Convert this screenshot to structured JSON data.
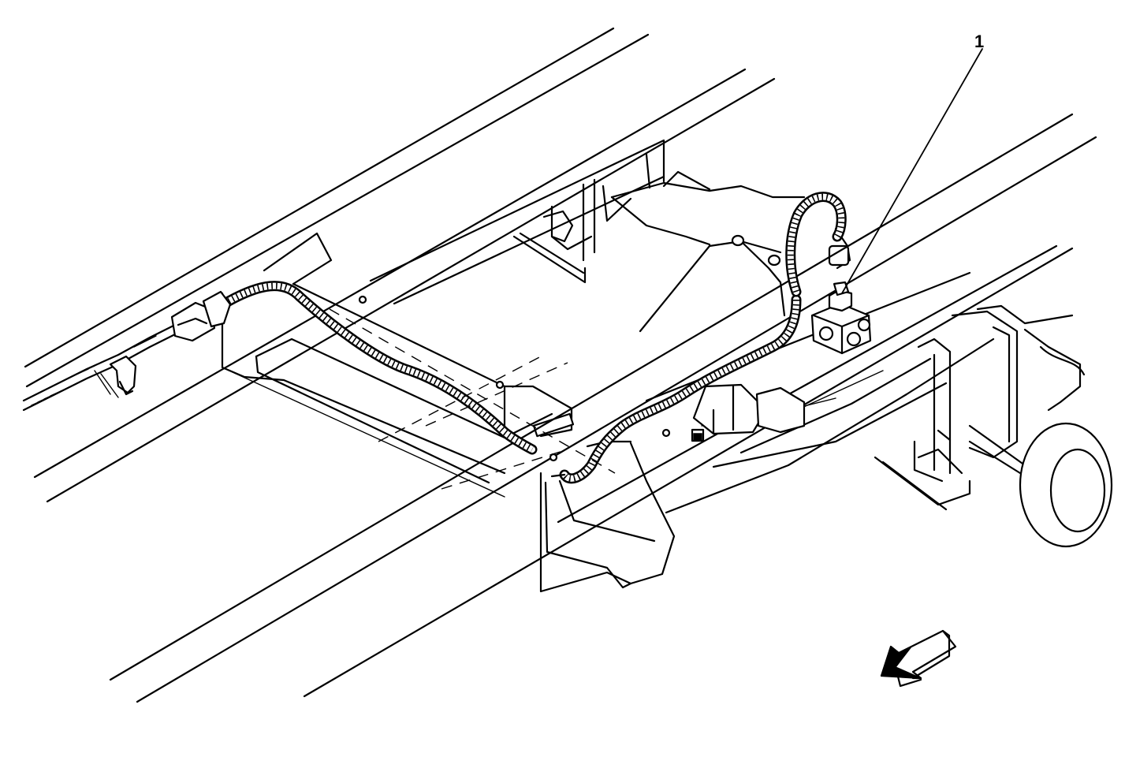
{
  "diagram": {
    "callouts": [
      {
        "id": "1",
        "label": "1"
      }
    ],
    "arrow": {
      "icon": "direction-arrow-icon",
      "meaning": "vehicle front"
    }
  }
}
